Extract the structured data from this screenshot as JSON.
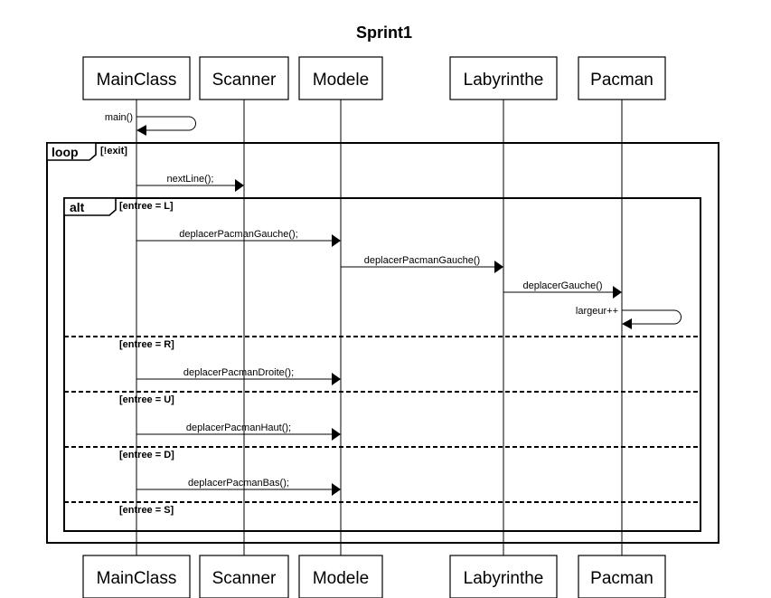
{
  "title": "Sprint1",
  "participants": [
    {
      "id": "mainclass",
      "label": "MainClass"
    },
    {
      "id": "scanner",
      "label": "Scanner"
    },
    {
      "id": "modele",
      "label": "Modele"
    },
    {
      "id": "labyrinthe",
      "label": "Labyrinthe"
    },
    {
      "id": "pacman",
      "label": "Pacman"
    }
  ],
  "messages": [
    {
      "from": "mainclass",
      "to": "mainclass",
      "label": "main()",
      "self": true
    },
    {
      "from": "mainclass",
      "to": "scanner",
      "label": "nextLine();"
    },
    {
      "from": "mainclass",
      "to": "modele",
      "label": "deplacerPacmanGauche();"
    },
    {
      "from": "modele",
      "to": "labyrinthe",
      "label": "deplacerPacmanGauche()"
    },
    {
      "from": "labyrinthe",
      "to": "pacman",
      "label": "deplacerGauche()"
    },
    {
      "from": "pacman",
      "to": "pacman",
      "label": "largeur++",
      "self": true
    },
    {
      "from": "mainclass",
      "to": "modele",
      "label": "deplacerPacmanDroite();"
    },
    {
      "from": "mainclass",
      "to": "modele",
      "label": "deplacerPacmanHaut();"
    },
    {
      "from": "mainclass",
      "to": "modele",
      "label": "deplacerPacmanBas();"
    }
  ],
  "fragments": {
    "loop": {
      "keyword": "loop",
      "guard": "[!exit]"
    },
    "alt": {
      "keyword": "alt",
      "guards": [
        "[entree = L]",
        "[entree = R]",
        "[entree = U]",
        "[entree = D]",
        "[entree = S]"
      ]
    }
  }
}
